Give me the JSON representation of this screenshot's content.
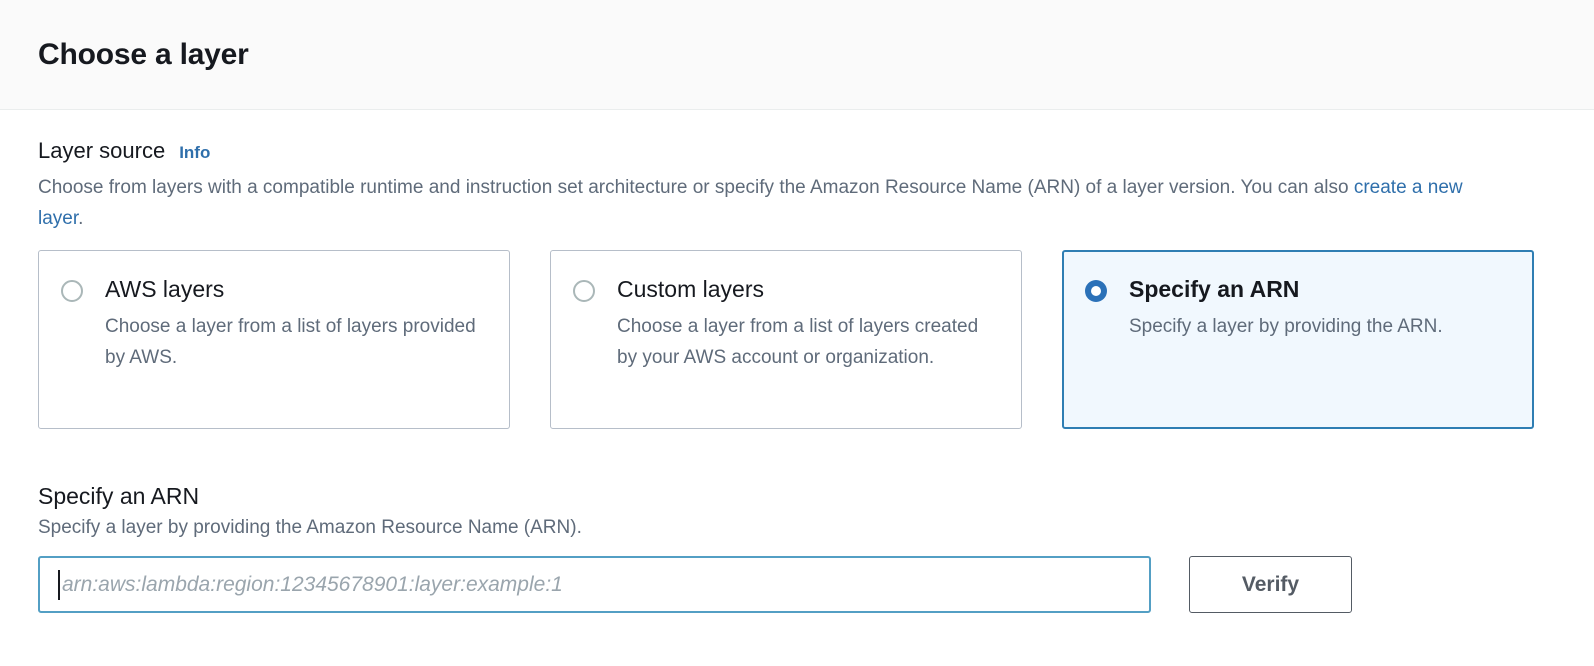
{
  "header": {
    "title": "Choose a layer"
  },
  "layer_source": {
    "label": "Layer source",
    "info_label": "Info",
    "description_part1": "Choose from layers with a compatible runtime and instruction set architecture or specify the Amazon Resource Name (ARN) of a layer version. You can also ",
    "description_link": "create a new layer",
    "description_part2": ".",
    "options": [
      {
        "title": "AWS layers",
        "description": "Choose a layer from a list of layers provided by AWS.",
        "selected": false
      },
      {
        "title": "Custom layers",
        "description": "Choose a layer from a list of layers created by your AWS account or organization.",
        "selected": false
      },
      {
        "title": "Specify an ARN",
        "description": "Specify a layer by providing the ARN.",
        "selected": true
      }
    ]
  },
  "arn_section": {
    "heading": "Specify an ARN",
    "description": "Specify a layer by providing the Amazon Resource Name (ARN).",
    "input_value": "",
    "input_placeholder": "arn:aws:lambda:region:12345678901:layer:example:1",
    "verify_label": "Verify"
  },
  "colors": {
    "accent_blue": "#2f6fab",
    "selected_tile_bg": "#f1f8fe",
    "selected_tile_border": "#2f7eb3",
    "input_focus_border": "#539fc4",
    "button_border": "#545b64",
    "text_primary": "#16191f",
    "text_secondary": "#5f6b7a",
    "header_bg": "#fafafa"
  }
}
